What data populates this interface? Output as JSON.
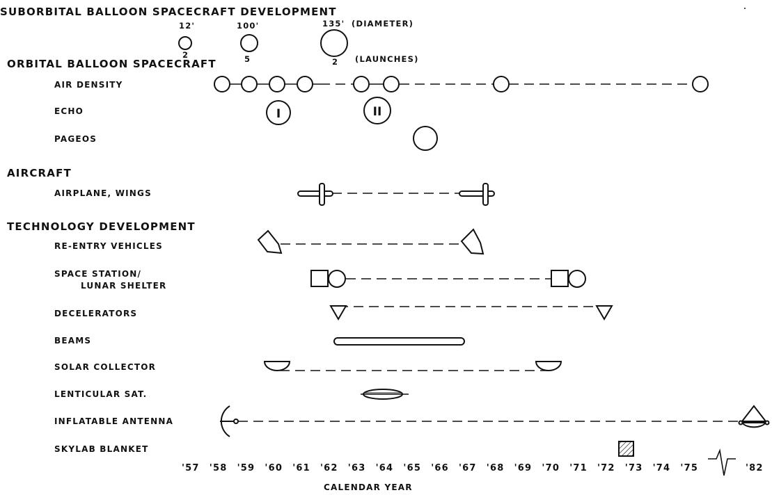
{
  "sections": {
    "suborbital": "SUBORBITAL BALLOON SPACECRAFT DEVELOPMENT",
    "orbital": "ORBITAL BALLOON SPACECRAFT",
    "aircraft": "AIRCRAFT",
    "technology": "TECHNOLOGY DEVELOPMENT"
  },
  "suborbital_balloons": [
    {
      "diameter": "12'",
      "launches": "2"
    },
    {
      "diameter": "100'",
      "launches": "5"
    },
    {
      "diameter": "135'",
      "launches": "2"
    }
  ],
  "suborbital_notes": {
    "diameter": "(DIAMETER)",
    "launches": "(LAUNCHES)"
  },
  "rows": {
    "air_density": "AIR DENSITY",
    "echo": "ECHO",
    "pageos": "PAGEOS",
    "airplane": "AIRPLANE, WINGS",
    "reentry": "RE-ENTRY VEHICLES",
    "space_station_1": "SPACE STATION/",
    "space_station_2": "LUNAR SHELTER",
    "decelerators": "DECELERATORS",
    "beams": "BEAMS",
    "solar": "SOLAR COLLECTOR",
    "lenticular": "LENTICULAR SAT.",
    "antenna": "INFLATABLE ANTENNA",
    "skylab": "SKYLAB BLANKET"
  },
  "echo_marks": [
    "I",
    "II"
  ],
  "x_axis": {
    "ticks": [
      "'57",
      "'58",
      "'59",
      "'60",
      "'61",
      "'62",
      "'63",
      "'64",
      "'65",
      "'66",
      "'67",
      "'68",
      "'69",
      "'70",
      "'71",
      "'72",
      "'73",
      "'74",
      "'75",
      "'82"
    ],
    "label": "CALENDAR YEAR"
  }
}
